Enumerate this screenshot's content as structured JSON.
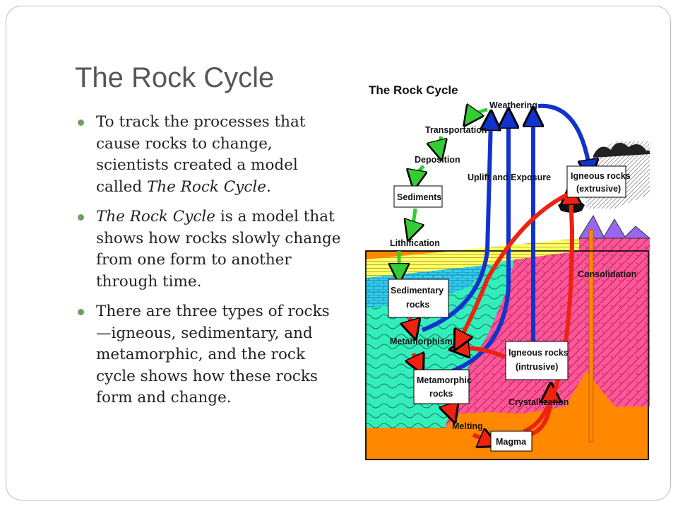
{
  "slide": {
    "title": "The Rock Cycle",
    "bullets": [
      {
        "text": "To track the processes that cause rocks to change, scientists created a model called ",
        "em": "The Rock Cycle",
        "tail": "."
      },
      {
        "em": "The Rock Cycle",
        "text": " is a model that shows how rocks slowly change from one form to another through time."
      },
      {
        "text": "There are three types of rocks—igneous, sedimentary, and metamorphic, and the rock cycle shows how these rocks form and change."
      }
    ]
  },
  "diagram": {
    "title": "The Rock Cycle",
    "labels": {
      "weathering": "Weathering",
      "transportation": "Transportation",
      "deposition": "Deposition",
      "sediments": "Sediments",
      "lithification": "Lithification",
      "uplift": "Uplift and Exposure",
      "igneous_ext_1": "Igneous rocks",
      "igneous_ext_2": "(extrusive)",
      "consolidation": "Consolidation",
      "sedimentary_1": "Sedimentary",
      "sedimentary_2": "rocks",
      "metamorphism": "Metamorphism",
      "igneous_int_1": "Igneous rocks",
      "igneous_int_2": "(intrusive)",
      "metamorphic_1": "Metamorphic",
      "metamorphic_2": "rocks",
      "crystallization": "Crystallization",
      "melting": "Melting",
      "magma": "Magma"
    },
    "colors": {
      "green_arrow": "#33cc33",
      "blue_arrow": "#1133cc",
      "red_arrow": "#ee2211",
      "sediment_layer": "#ffff66",
      "metamorphic_zone": "#33eebb",
      "igneous_zone": "#ff5599",
      "magma_zone": "#ff8800",
      "volcano": "#9966ee"
    }
  }
}
